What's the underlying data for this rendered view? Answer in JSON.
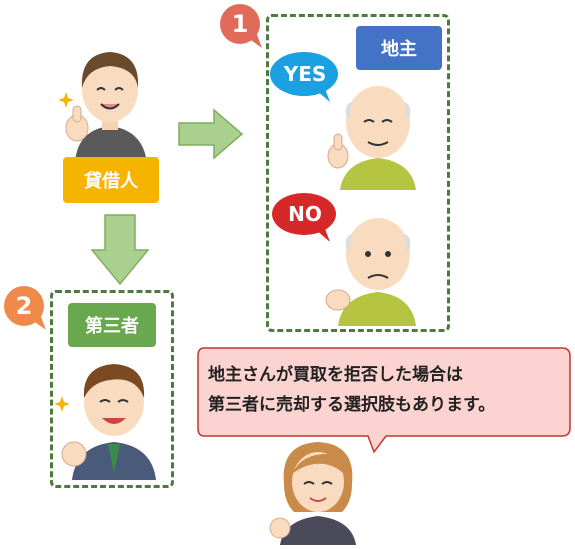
{
  "labels": {
    "borrower": "貸借人",
    "landowner": "地主",
    "third_party": "第三者"
  },
  "badges": {
    "step1": "1",
    "step2": "2"
  },
  "speech": {
    "yes": "YES",
    "no": "NO"
  },
  "message": {
    "line1": "地主さんが買取を拒否した場合は",
    "line2": "第三者に売却する選択肢もあります。"
  },
  "colors": {
    "borrower_label": "#f5b400",
    "landowner_label": "#4472c4",
    "third_party_label": "#6aa84f",
    "badge": "#e06b5a",
    "badge2": "#f08a4b",
    "arrow": "#a9d08e",
    "dashed_border": "#4e7a3e",
    "yes_bubble": "#1ba1e2",
    "no_bubble": "#d62828",
    "message_bg": "#fbd3d0",
    "message_border": "#c0392b"
  },
  "icons": [
    "borrower-person-icon",
    "landowner-yes-icon",
    "landowner-no-icon",
    "third-party-person-icon",
    "advisor-woman-icon",
    "sparkle-icon",
    "right-arrow-icon",
    "down-arrow-icon"
  ]
}
